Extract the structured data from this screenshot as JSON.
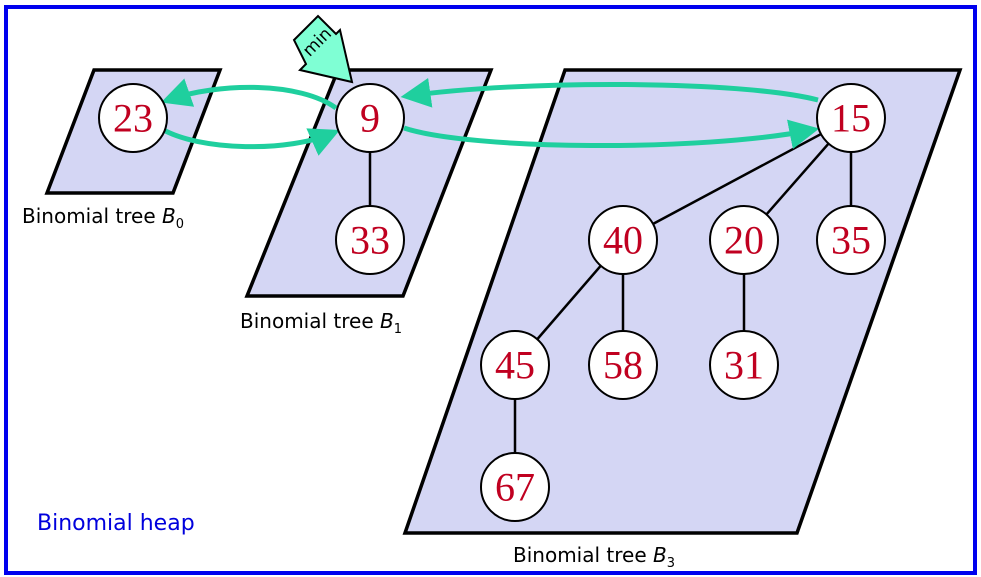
{
  "heap_label": "Binomial heap",
  "min_pointer": {
    "label": "min"
  },
  "trees": [
    {
      "name": "Binomial tree ",
      "order": "0"
    },
    {
      "name": "Binomial tree ",
      "order": "1"
    },
    {
      "name": "Binomial tree ",
      "order": "3"
    }
  ],
  "nodes": {
    "n23": "23",
    "n9": "9",
    "n33": "33",
    "n15": "15",
    "n40": "40",
    "n20": "20",
    "n35": "35",
    "n45": "45",
    "n58": "58",
    "n31": "31",
    "n67": "67"
  },
  "colors": {
    "frame": "#0000ee",
    "panel": "#d4d6f4",
    "key_text": "#c00020",
    "root_link": "#1fcf9e",
    "min_arrow": "#7fffd4",
    "heap_label": "#0000dd"
  }
}
